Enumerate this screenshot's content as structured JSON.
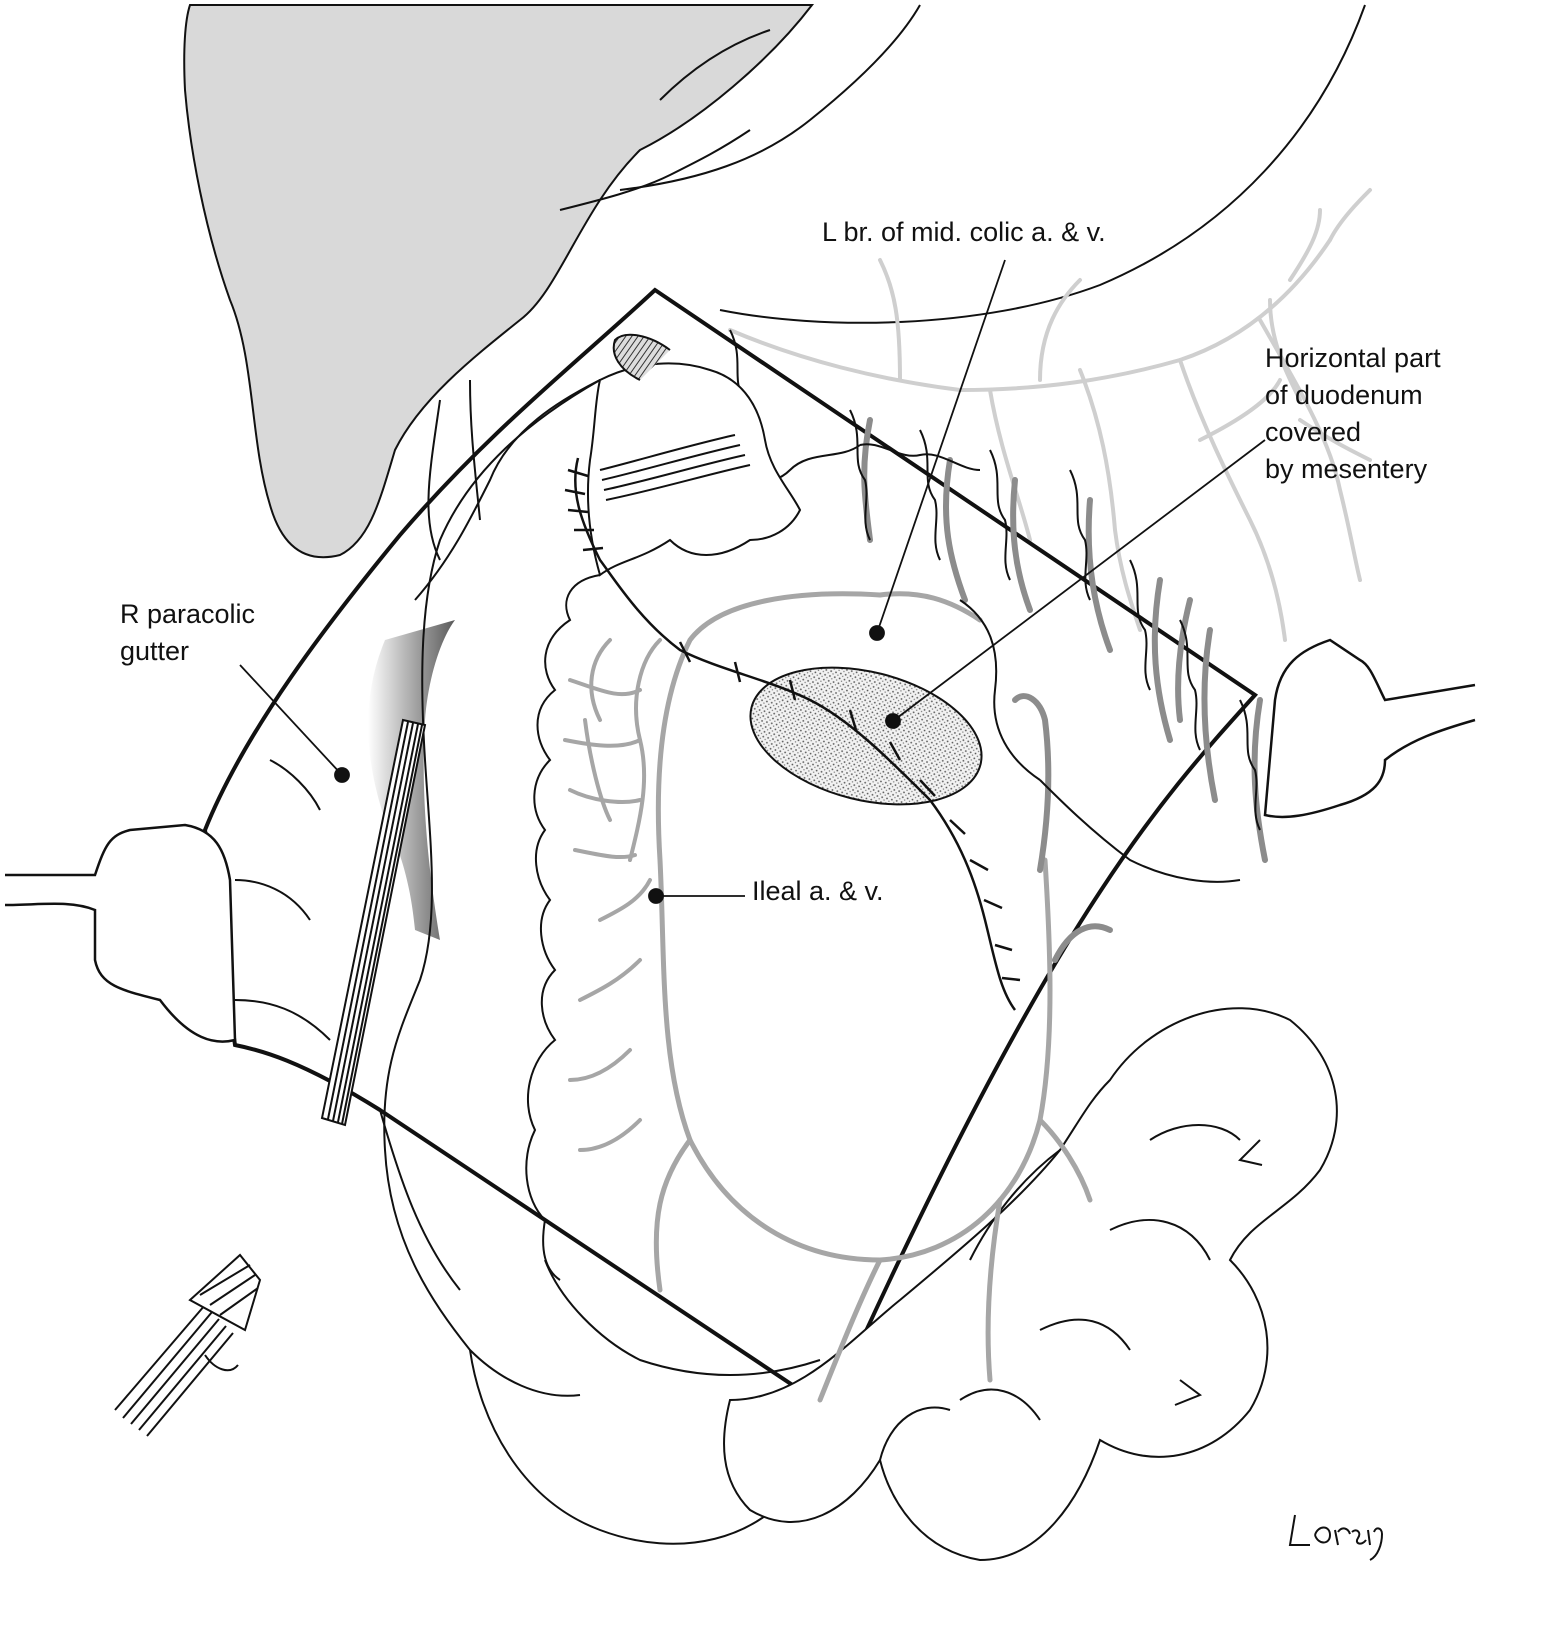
{
  "labels": {
    "mid_colic": "L br. of mid. colic a. & v.",
    "duodenum": [
      "Horizontal part",
      "of duodenum",
      "covered",
      "by mesentery"
    ],
    "gutter": [
      "R paracolic",
      "gutter"
    ],
    "ileal": "Ileal a. & v."
  },
  "signature": "Lorsig",
  "colors": {
    "outline": "#111111",
    "vessel": "#a6a6a6",
    "vessel_light": "#cfcfcf",
    "liver": "#d9d9d9",
    "dark_vessel": "#8c8c8c"
  }
}
